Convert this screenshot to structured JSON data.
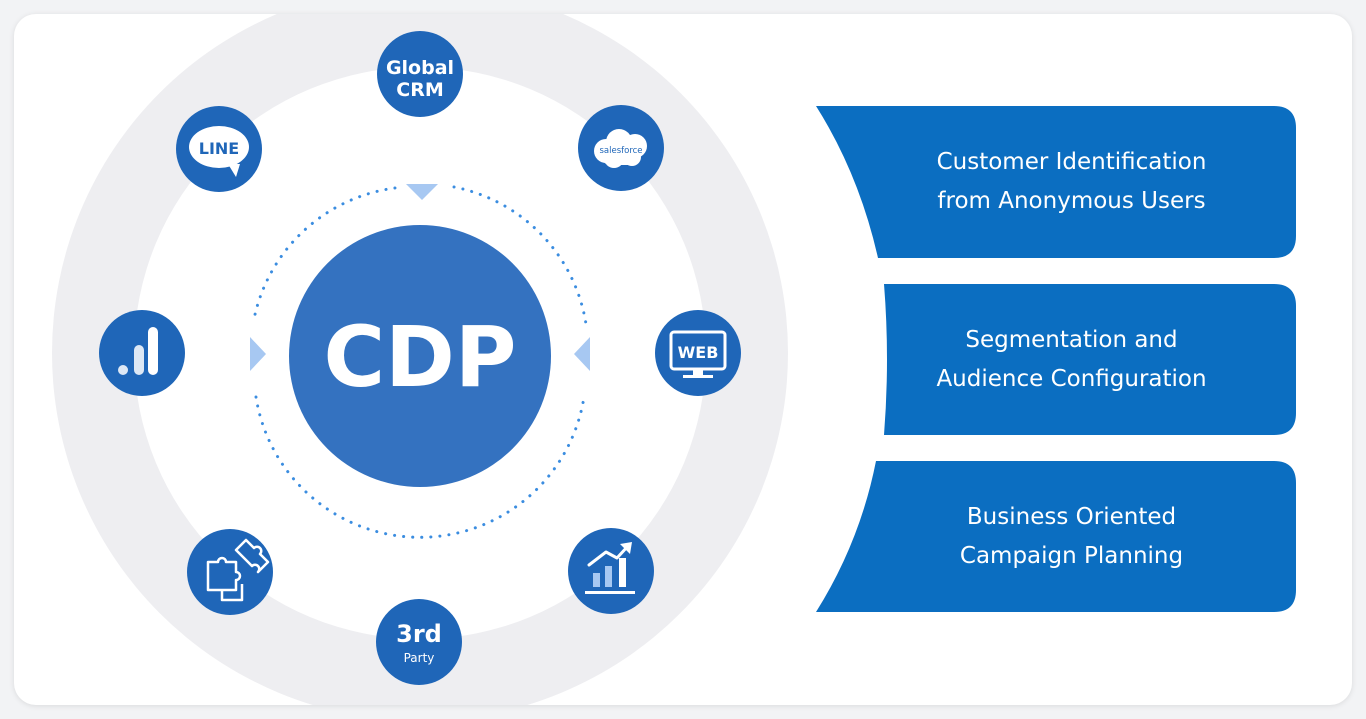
{
  "center": {
    "label": "CDP"
  },
  "nodes": {
    "global_crm": {
      "line1": "Global",
      "line2": "CRM"
    },
    "line": {
      "label": "LINE"
    },
    "salesforce": {
      "label": "salesforce"
    },
    "web": {
      "label": "WEB"
    },
    "third_party": {
      "big": "3rd",
      "small": "Party"
    }
  },
  "icons": [
    "analytics-icon",
    "line-icon",
    "salesforce-icon",
    "web-icon",
    "chart-icon",
    "puzzle-icon"
  ],
  "features": [
    {
      "line1": "Customer Identification",
      "line2": "from Anonymous Users"
    },
    {
      "line1": "Segmentation and",
      "line2": "Audience Configuration"
    },
    {
      "line1": "Business Oriented",
      "line2": "Campaign Planning"
    }
  ],
  "colors": {
    "primary": "#0b6ec1",
    "node": "#1f66b8",
    "center": "#3472c0",
    "ring_outer": "#eeeef1",
    "ring_inner": "#ffffff",
    "dots": "#3b8de0",
    "arrows": "#a7c8f2"
  }
}
